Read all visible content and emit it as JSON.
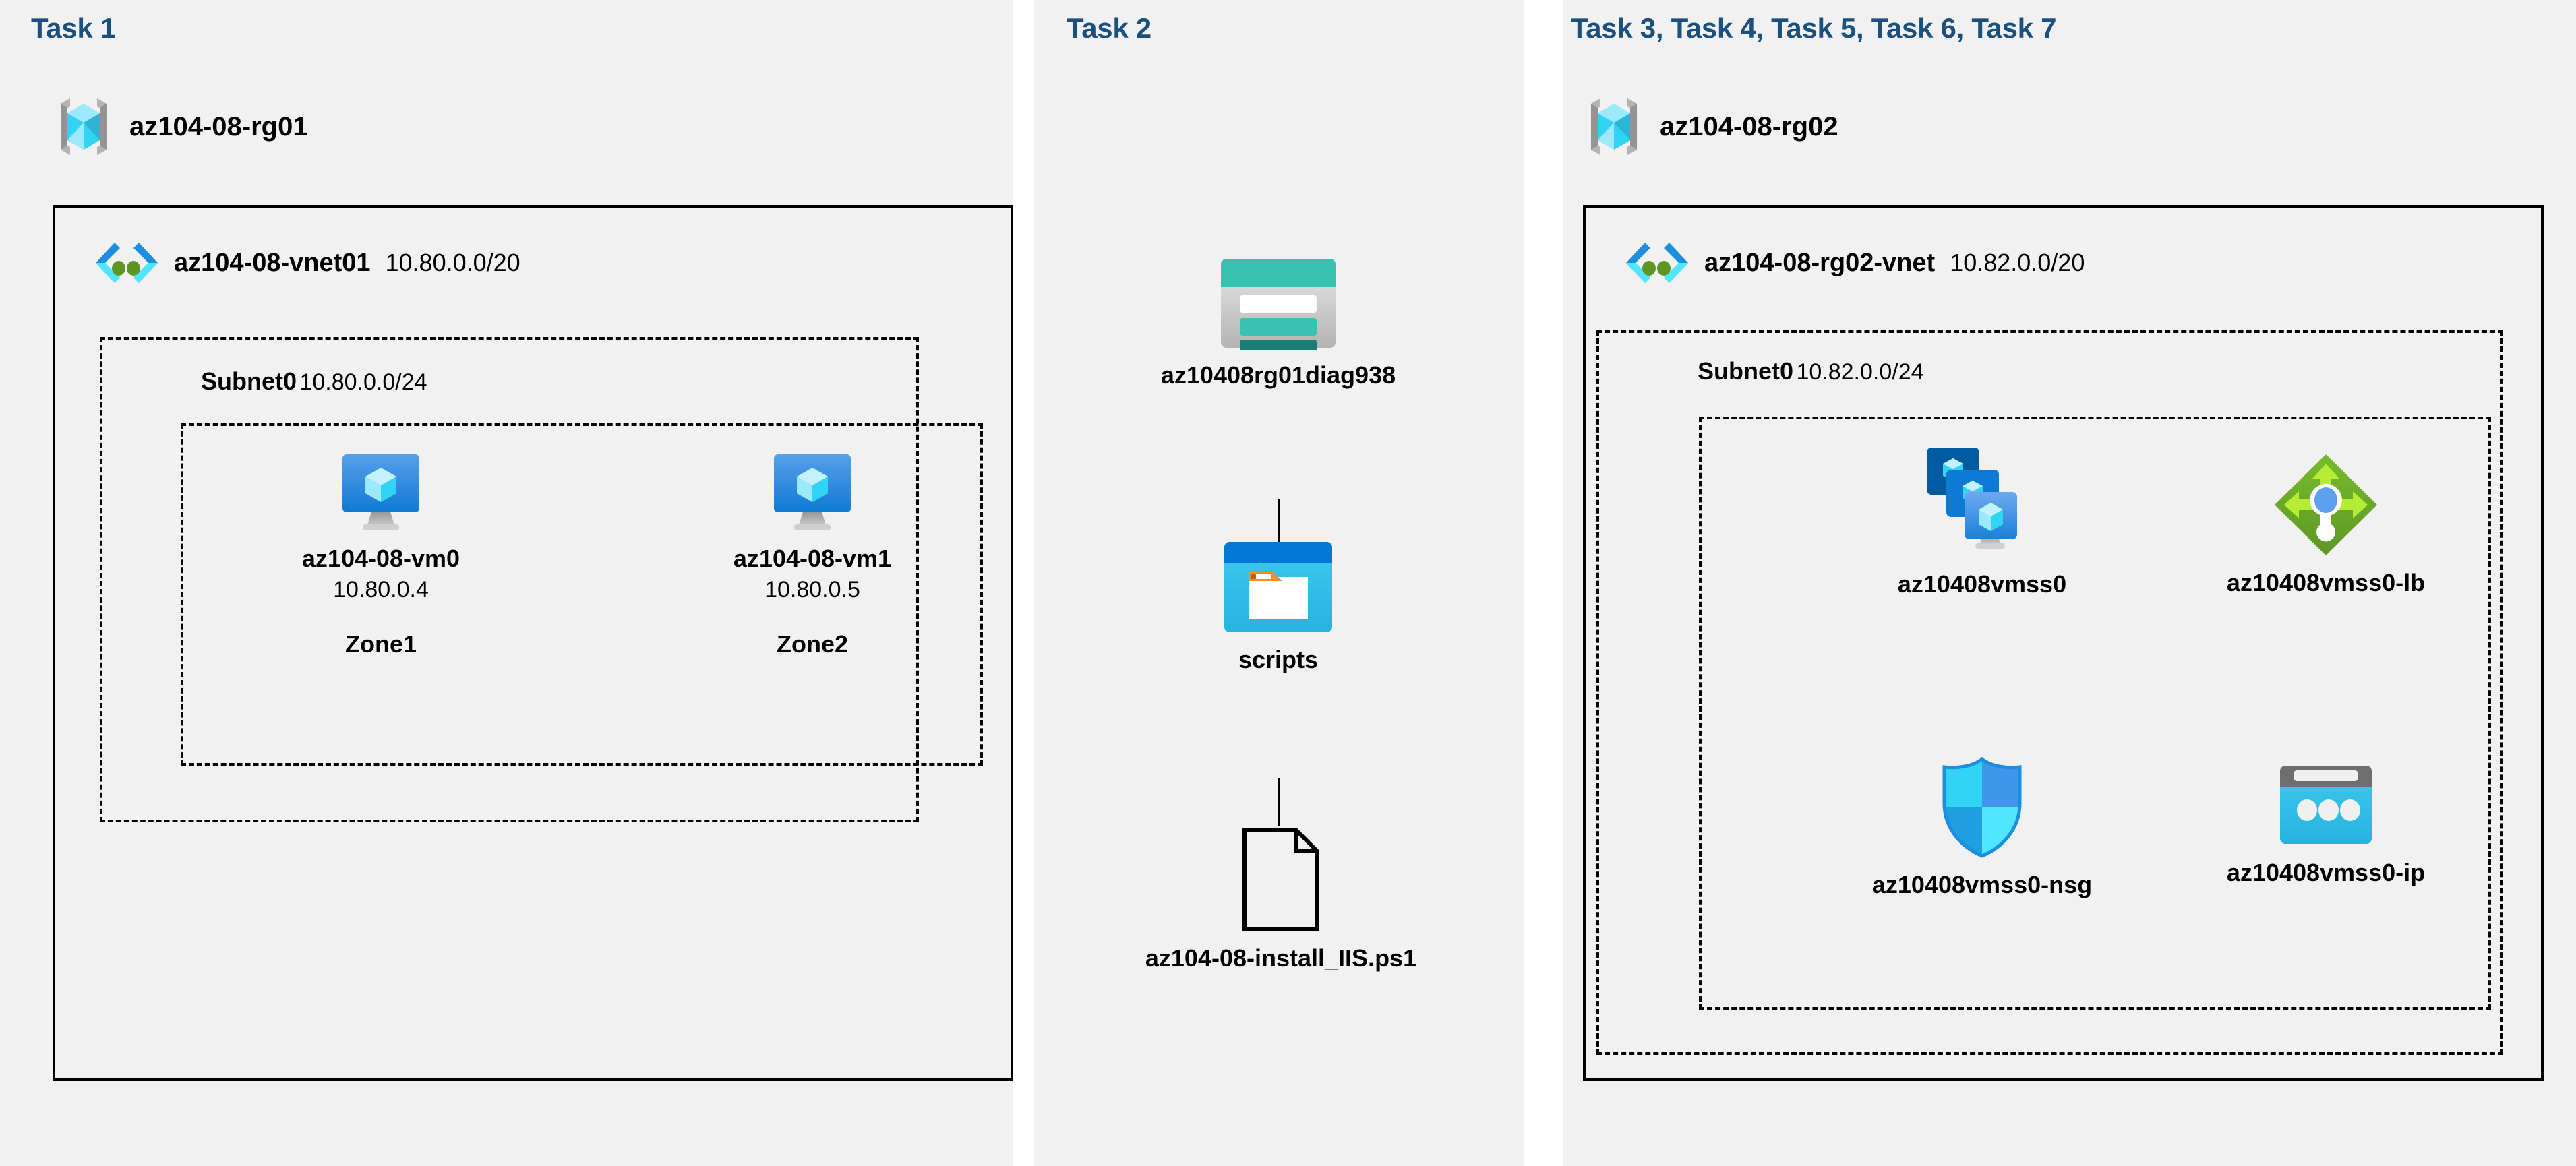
{
  "diagram": {
    "title": "Azure AZ-104 Lab 08 architecture",
    "background_color": "#ffffff",
    "panel_color": "#f1f1f1",
    "heading_color": "#1b4f7e"
  },
  "columns": [
    {
      "id": "task1",
      "heading": "Task 1",
      "resource_group": {
        "name": "az104-08-rg01",
        "icon": "resource-group-icon"
      },
      "vnet": {
        "name": "az104-08-vnet01",
        "cidr": "10.80.0.0/20",
        "icon": "virtual-network-icon"
      },
      "subnet": {
        "name": "Subnet0",
        "cidr": "10.80.0.0/24"
      },
      "nodes": [
        {
          "name": "az104-08-vm0",
          "ip": "10.80.0.4",
          "zone": "Zone1",
          "icon": "virtual-machine-icon"
        },
        {
          "name": "az104-08-vm1",
          "ip": "10.80.0.5",
          "zone": "Zone2",
          "icon": "virtual-machine-icon"
        }
      ]
    },
    {
      "id": "task2",
      "heading": "Task 2",
      "nodes": [
        {
          "name": "az10408rg01diag938",
          "icon": "storage-account-icon"
        },
        {
          "name": "scripts",
          "icon": "blob-container-icon"
        },
        {
          "name": "az104-08-install_IIS.ps1",
          "icon": "file-icon"
        }
      ]
    },
    {
      "id": "task3",
      "heading": "Task 3, Task 4, Task 5, Task 6, Task 7",
      "resource_group": {
        "name": "az104-08-rg02",
        "icon": "resource-group-icon"
      },
      "vnet": {
        "name": "az104-08-rg02-vnet",
        "cidr": "10.82.0.0/20",
        "icon": "virtual-network-icon"
      },
      "subnet": {
        "name": "Subnet0",
        "cidr": "10.82.0.0/24"
      },
      "nodes": [
        {
          "name": "az10408vmss0",
          "icon": "vm-scale-set-icon"
        },
        {
          "name": "az10408vmss0-lb",
          "icon": "load-balancer-icon"
        },
        {
          "name": "az10408vmss0-nsg",
          "icon": "network-security-group-icon"
        },
        {
          "name": "az10408vmss0-ip",
          "icon": "public-ip-address-icon"
        }
      ]
    }
  ],
  "colors": {
    "task_heading": "#1b4f7e",
    "panel": "#f1f1f1",
    "rg_cube_light": "#9ce9fb",
    "rg_cube_mid": "#32d4f5",
    "rg_cube_dark": "#2fb5d4",
    "rg_bracket": "#949494",
    "vnet_blue": "#1d8fe0",
    "vnet_cyan": "#50e6ff",
    "vnet_green": "#5e9624",
    "vm_blue_top": "#4a9ae8",
    "vm_blue_bottom": "#0f7ad4",
    "vm_stand": "#a8a8a8",
    "storage_teal": "#37c2b1",
    "storage_teal_dark": "#1b7e76",
    "storage_gray": "#d4d4d4",
    "blob_header": "#0078d4",
    "blob_body": "#32bde8",
    "blob_tab": "#f78d1e",
    "lb_green_dark": "#5e9624",
    "lb_green_light": "#b4ec36",
    "lb_dot_blue": "#5ea0ef",
    "nsg_blue_1": "#32d4f5",
    "nsg_blue_2": "#3f96ea",
    "nsg_blue_3": "#1f9fe0",
    "nsg_blue_4": "#50e6ff",
    "pip_gray": "#6e6e6e",
    "pip_cyan": "#32bde8",
    "vmss_dark": "#005ba1",
    "vmss_mid": "#0f7ad4",
    "vmss_light": "#5ea0ef"
  }
}
